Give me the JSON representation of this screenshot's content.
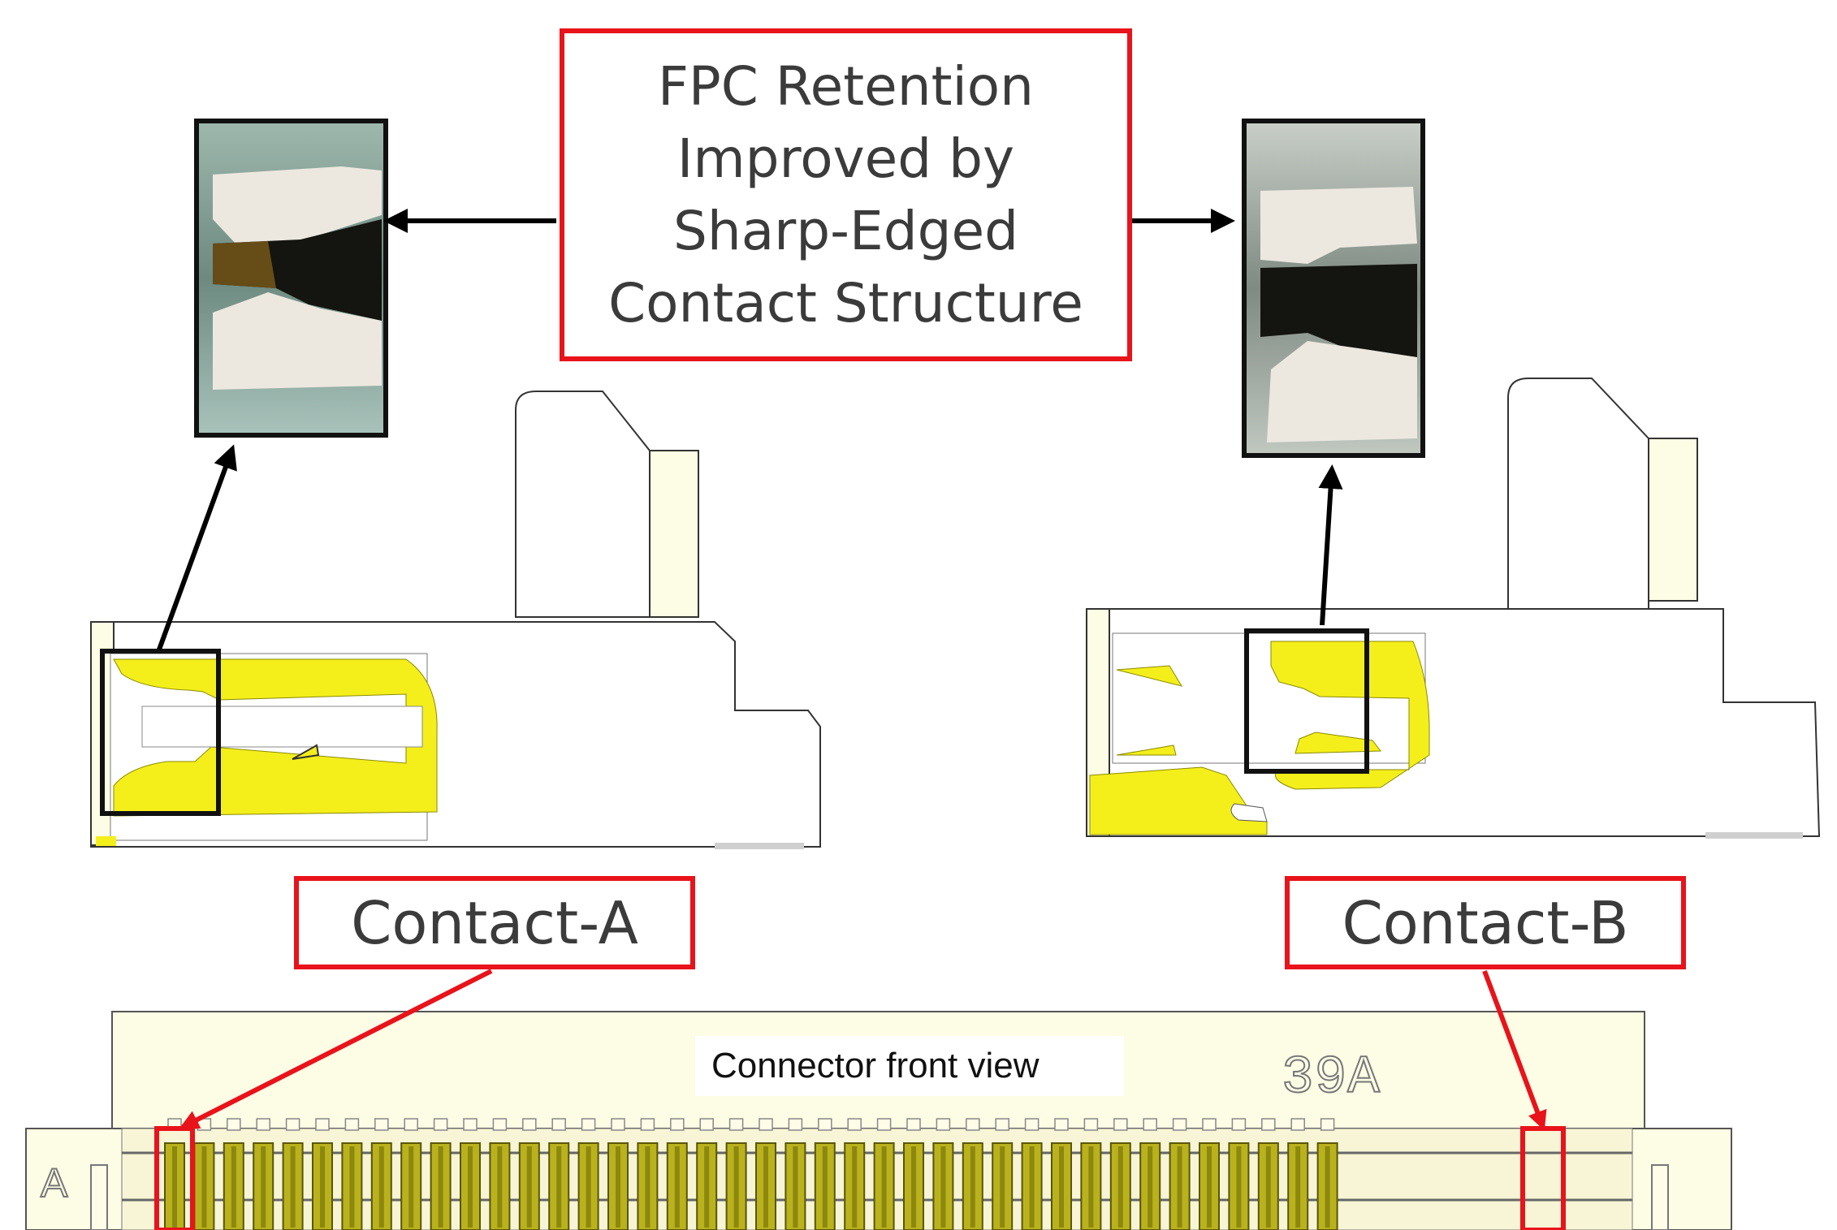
{
  "callout_title": "FPC Retention\nImproved by\nSharp-Edged\nContact Structure",
  "contact_a_label": "Contact-A",
  "contact_b_label": "Contact-B",
  "front_view_label": "Connector front view",
  "part_code": "39A",
  "row_marker": "A",
  "colors": {
    "callout_border": "#e8131b",
    "contact_yellow": "#f4ef1a",
    "housing_cream": "#fdfce4",
    "pin_olive": "#b9b21c"
  }
}
